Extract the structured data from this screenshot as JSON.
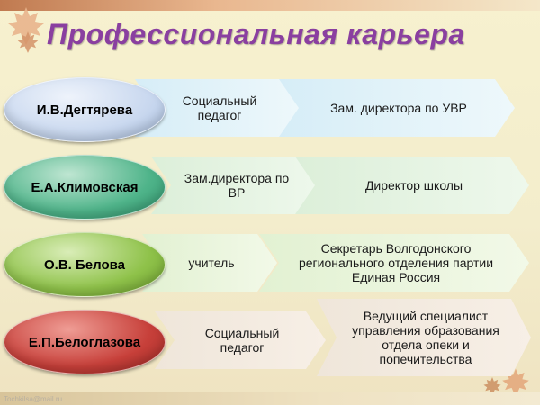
{
  "title": "Профессиональная карьера",
  "rows": [
    {
      "name": "И.В.Дегтярева",
      "steps": [
        "Социальный педагог",
        "Зам. директора по УВР"
      ],
      "oval_color": "#c9d8ef",
      "text_color": "#1a1a1a"
    },
    {
      "name": "Е.А.Климовская",
      "steps": [
        "Зам.директора по ВР",
        "Директор школы"
      ],
      "oval_color": "#4fb48a",
      "text_color": "#1a1a1a"
    },
    {
      "name": "О.В. Белова",
      "steps": [
        "учитель",
        "Секретарь Волгодонского регионального отделения партии Единая Россия"
      ],
      "oval_color": "#8fc24a",
      "text_color": "#1a1a1a"
    },
    {
      "name": "Е.П.Белоглазова",
      "steps": [
        "Социальный педагог",
        "Ведущий специалист управления образования отдела опеки и попечительства"
      ],
      "oval_color": "#c7403a",
      "text_color": "#1a1a1a"
    }
  ],
  "watermark": "Tochkilsa@mail.ru",
  "colors": {
    "title": "#8a3fa0",
    "leaf": "#c9874f"
  }
}
